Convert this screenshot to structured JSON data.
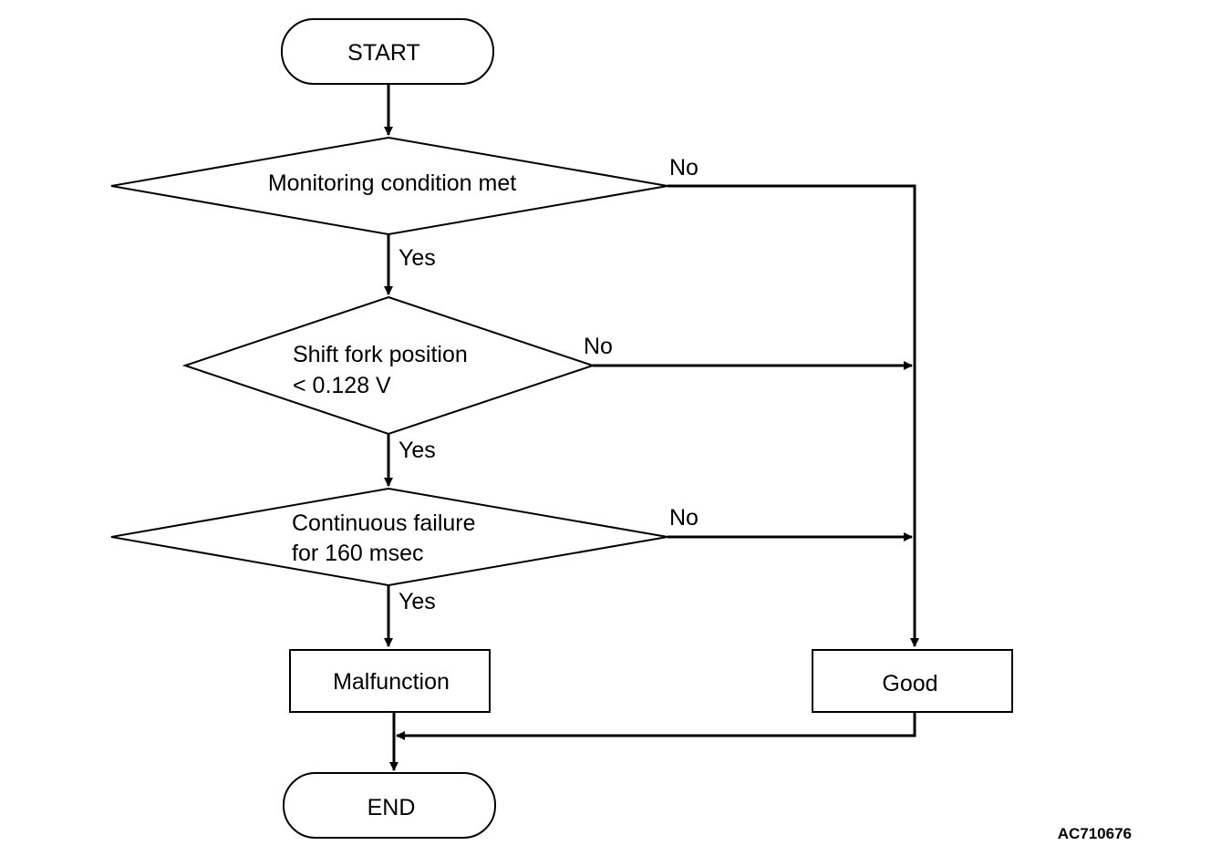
{
  "nodes": {
    "start": "START",
    "decision1": "Monitoring condition met",
    "decision2_line1": "Shift fork position",
    "decision2_line2": "< 0.128 V",
    "decision3_line1": "Continuous failure",
    "decision3_line2": "for 160 msec",
    "malfunction": "Malfunction",
    "good": "Good",
    "end": "END"
  },
  "branches": {
    "d1_yes": "Yes",
    "d1_no": "No",
    "d2_yes": "Yes",
    "d2_no": "No",
    "d3_yes": "Yes",
    "d3_no": "No"
  },
  "reference_code": "AC710676"
}
